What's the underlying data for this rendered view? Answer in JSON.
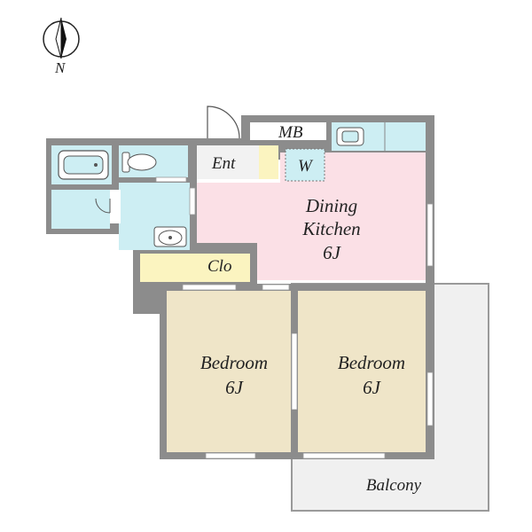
{
  "compass": {
    "label": "N"
  },
  "rooms": {
    "mb": {
      "label": "MB"
    },
    "ent": {
      "label": "Ent"
    },
    "w": {
      "label": "W"
    },
    "dining": {
      "line1": "Dining",
      "line2": "Kitchen",
      "line3": "6J"
    },
    "clo": {
      "label": "Clo"
    },
    "bedroom_left": {
      "line1": "Bedroom",
      "line2": "6J"
    },
    "bedroom_right": {
      "line1": "Bedroom",
      "line2": "6J"
    },
    "balcony": {
      "label": "Balcony"
    }
  },
  "colors": {
    "wall": "#8c8c8c",
    "wet_area": "#cdeef3",
    "storage": "#fbf4c0",
    "dining_kitchen": "#fbe0e6",
    "bedroom": "#efe5c8",
    "balcony": "#f0f0f0"
  }
}
